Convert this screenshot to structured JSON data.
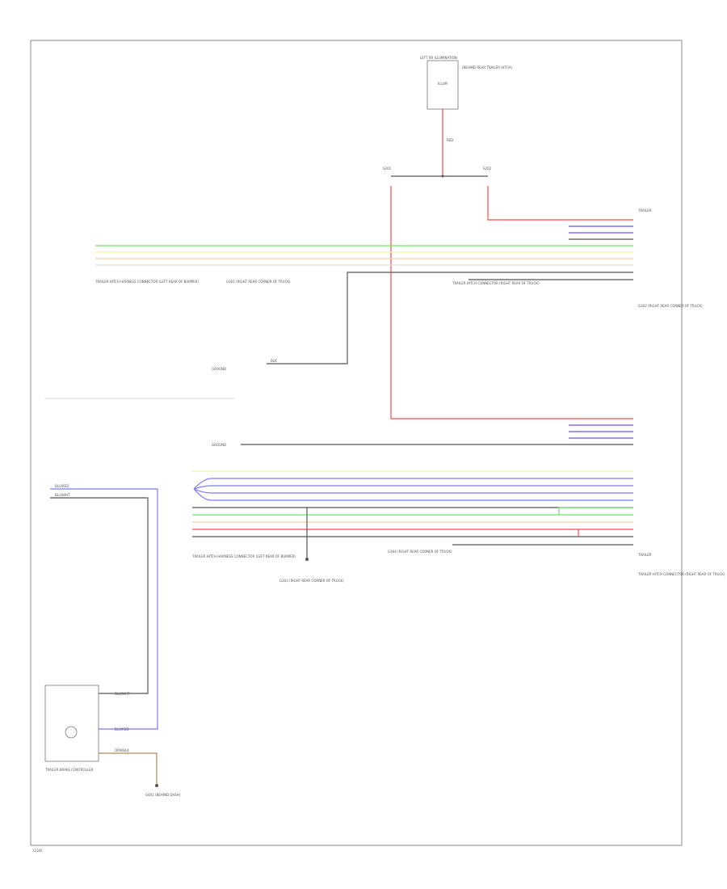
{
  "colors": {
    "wire_red": "#ff4a4a",
    "wire_green": "#6fe06f",
    "wire_yellow": "#f4f2a0",
    "wire_orange": "#f7cf9c",
    "wire_black": "#555555",
    "wire_blue": "#7a7aff",
    "wire_violet": "#6b4fff",
    "wire_brown": "#b88a55",
    "frame": "#8a8a8a"
  },
  "labels": {
    "module_title": "LEFT RR ILLUMINATION",
    "module_text": "ILLUM",
    "module_desc": "(BEHIND REAR TRAILER HITCH)",
    "splice_left": "S201",
    "splice_right": "S202",
    "wire_mid": "RED",
    "upper_right_tag": "TRAILER",
    "conn_left_upper": "TRAILER HITCH HARNESS CONNECTOR (LEFT REAR OF BUMPER)",
    "ground_mid_upper": "G301 (RIGHT REAR CORNER OF TRUCK)",
    "conn_right_upper": "TRAILER HITCH CONNECTOR (RIGHT REAR OF TRUCK)",
    "ground_upper_right": "G302 (RIGHT REAR CORNER OF TRUCK)",
    "ground_left": "GROUND",
    "wire_blk": "BLK",
    "ground_mid": "GROUND",
    "conn_left_lower": "TRAILER HITCH HARNESS CONNECTOR (LEFT REAR OF BUMPER)",
    "ground_lower_mid": "G303 (RIGHT REAR CORNER OF TRUCK)",
    "ground_lower_right": "G304 (RIGHT REAR CORNER OF TRUCK)",
    "conn_right_lower": "TRAILER HITCH CONNECTOR (RIGHT REAR OF TRUCK)",
    "lower_right_tag": "TRAILER",
    "bottom_comp": "TRAILER BRAKE CONTROLLER",
    "bottom_ground": "G401 (BEHIND DASH)",
    "wire_blu_red": "BLU/RED",
    "wire_blu_wht": "BLU/WHT",
    "wire_orn_blk": "ORN/BLK",
    "footer_code": "12345"
  }
}
